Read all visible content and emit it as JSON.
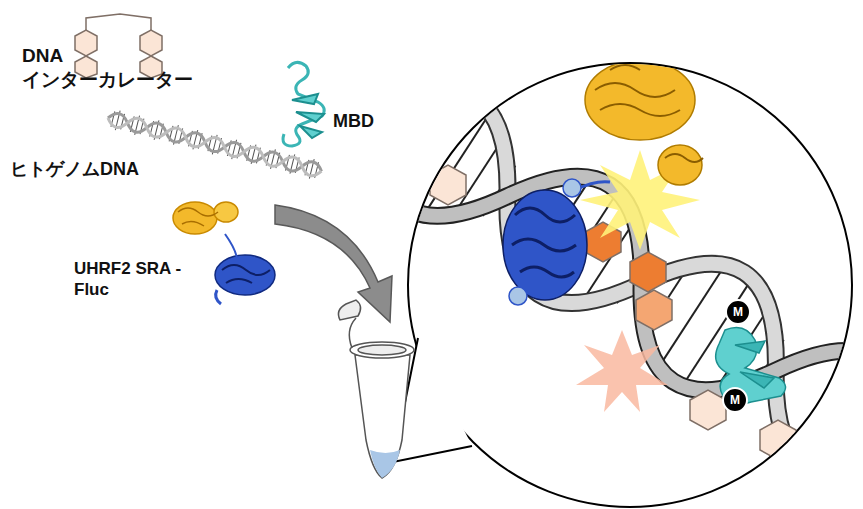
{
  "diagram": {
    "nodes": [
      {
        "text": [
          "M"
        ]
      },
      {
        "text": [
          "M"
        ]
      }
    ],
    "labels": [
      "DNA インターカレーター",
      "MBD",
      "ヒトゲノムDNA",
      "UHRF2 SRA -Fluc"
    ]
  }
}
